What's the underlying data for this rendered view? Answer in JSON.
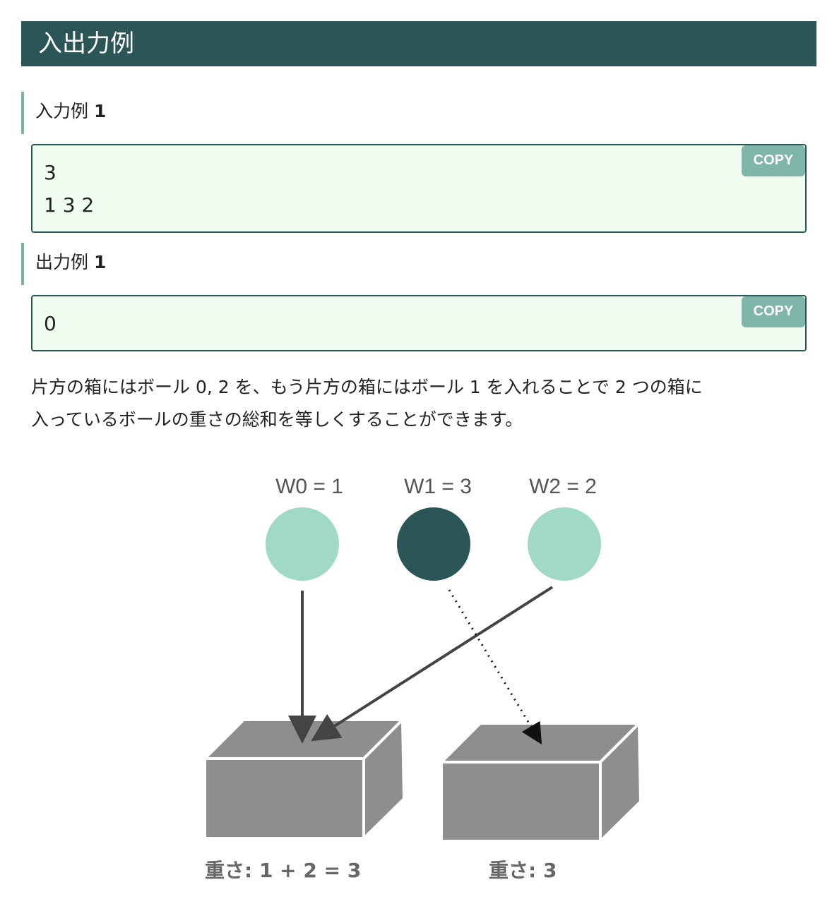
{
  "section_title": "入出力例",
  "input_example": {
    "label": "入力例",
    "number": "1",
    "content": "3\n1 3 2",
    "copy_label": "COPY"
  },
  "output_example": {
    "label": "出力例",
    "number": "1",
    "content": "0",
    "copy_label": "COPY"
  },
  "explanation": {
    "line1": "片方の箱にはボール 0, 2 を、もう片方の箱にはボール 1 を入れることで 2 つの箱に",
    "line2": "入っているボールの重さの総和を等しくすることができます。"
  },
  "diagram": {
    "balls": [
      {
        "label": "W0 = 1",
        "color": "#a1d9c9"
      },
      {
        "label": "W1 = 3",
        "color": "#2c5558"
      },
      {
        "label": "W2 = 2",
        "color": "#a1d9c9"
      }
    ],
    "box_color": "#8e8e8e",
    "box_labels": [
      "重さ: 1 + 2 = 3",
      "重さ: 3"
    ]
  }
}
